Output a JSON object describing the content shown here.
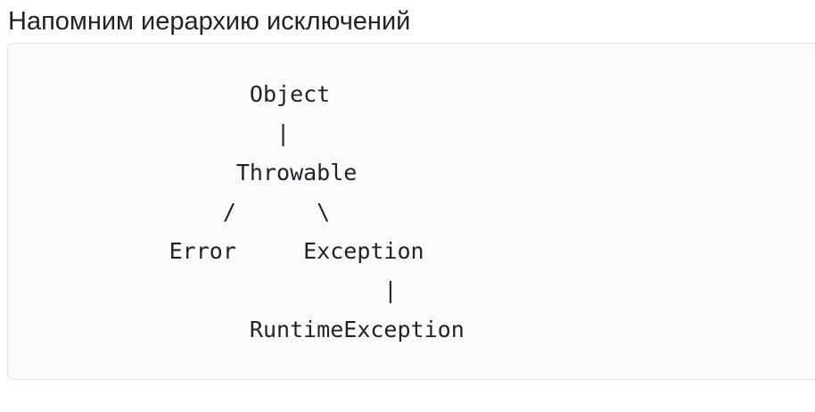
{
  "heading": "Напомним иерархию исключений",
  "code_block": {
    "lines": [
      "                  Object",
      "                    |",
      "                 Throwable",
      "                /      \\",
      "            Error     Exception",
      "                            |",
      "                  RuntimeException"
    ]
  }
}
